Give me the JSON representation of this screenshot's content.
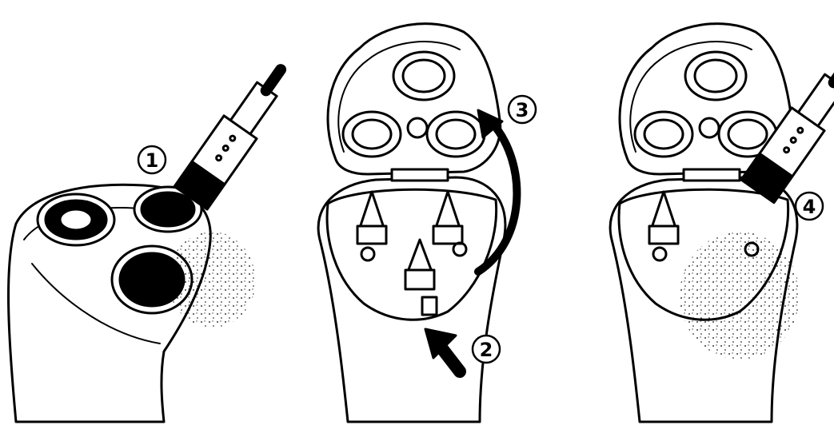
{
  "steps": [
    {
      "number": "1",
      "action": "brush-shaving-head"
    },
    {
      "number": "2",
      "action": "press-release-button"
    },
    {
      "number": "3",
      "action": "open-shaving-unit"
    },
    {
      "number": "4",
      "action": "brush-hair-chamber"
    }
  ],
  "colors": {
    "line": "#000000",
    "fill": "#ffffff"
  }
}
